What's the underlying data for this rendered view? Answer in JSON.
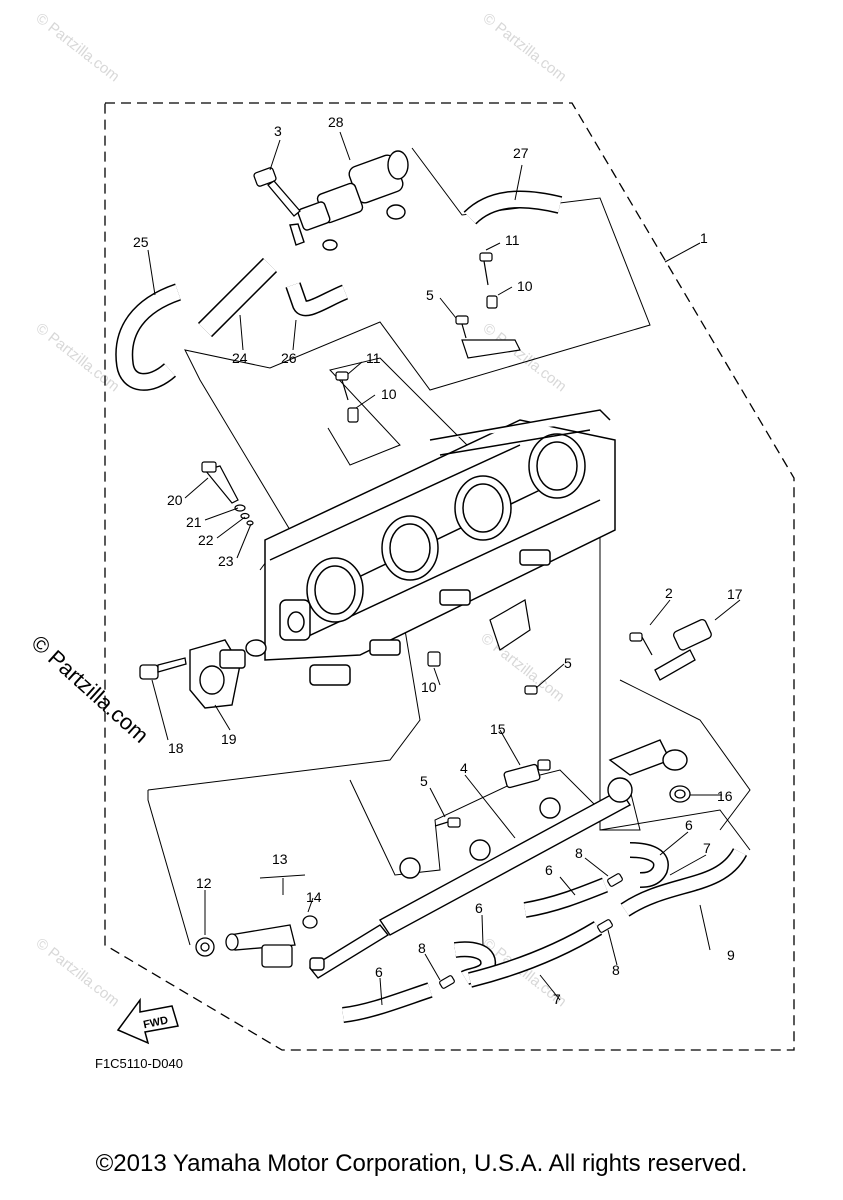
{
  "diagram_code": "F1C5110-D040",
  "copyright": "©2013 Yamaha Motor Corporation, U.S.A. All rights reserved.",
  "watermark_small": "© Partzilla.com",
  "watermark_side": "© Partzilla.com",
  "fwd_label": "FWD",
  "callouts": {
    "c1": "1",
    "c2": "2",
    "c3": "3",
    "c4": "4",
    "c5a": "5",
    "c5b": "5",
    "c5c": "5",
    "c6a": "6",
    "c6b": "6",
    "c6c": "6",
    "c6d": "6",
    "c7a": "7",
    "c7b": "7",
    "c8a": "8",
    "c8b": "8",
    "c8c": "8",
    "c9": "9",
    "c10a": "10",
    "c10b": "10",
    "c10c": "10",
    "c11a": "11",
    "c11b": "11",
    "c12": "12",
    "c13": "13",
    "c14": "14",
    "c15": "15",
    "c16": "16",
    "c17": "17",
    "c18": "18",
    "c19": "19",
    "c20": "20",
    "c21": "21",
    "c22": "22",
    "c23": "23",
    "c24": "24",
    "c25": "25",
    "c26": "26",
    "c27": "27",
    "c28": "28"
  },
  "colors": {
    "line": "#000000",
    "watermark": "#d8d8d8",
    "background": "#ffffff"
  }
}
